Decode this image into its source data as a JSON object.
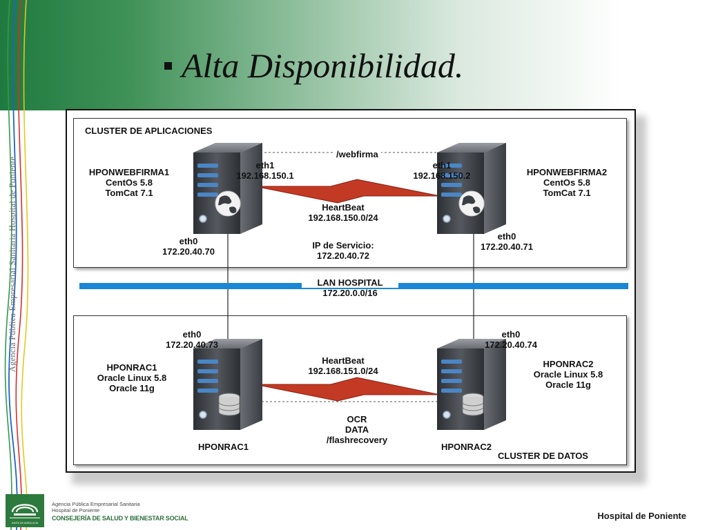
{
  "slide": {
    "title": "Alta Disponibilidad.",
    "vertical_text": "Agencia Pública Empresarial Sanitaria Hospital de Poniente"
  },
  "diagram": {
    "top_cluster_title": "CLUSTER DE APLICACIONES",
    "bottom_cluster_title": "CLUSTER DE DATOS",
    "webfirma": "/webfirma",
    "lan": {
      "name": "LAN HOSPITAL",
      "subnet": "172.20.0.0/16"
    },
    "web1": {
      "name": "HPONWEBFIRMA1",
      "os": "CentOs 5.8",
      "app": "TomCat 7.1",
      "eth1_label": "eth1",
      "eth1_ip": "192.168.150.1",
      "eth0_label": "eth0",
      "eth0_ip": "172.20.40.70"
    },
    "web2": {
      "name": "HPONWEBFIRMA2",
      "os": "CentOs 5.8",
      "app": "TomCat 7.1",
      "eth1_label": "eth1",
      "eth1_ip": "192.168.150.2",
      "eth0_label": "eth0",
      "eth0_ip": "172.20.40.71"
    },
    "heartbeat_top": {
      "label": "HeartBeat",
      "subnet": "192.168.150.0/24"
    },
    "service_ip": {
      "label": "IP de Servicio:",
      "ip": "172.20.40.72"
    },
    "rac1": {
      "name": "HPONRAC1",
      "os": "Oracle Linux 5.8",
      "db": "Oracle 11g",
      "eth0_label": "eth0",
      "eth0_ip": "172.20.40.73",
      "caption": "HPONRAC1"
    },
    "rac2": {
      "name": "HPONRAC2",
      "os": "Oracle Linux 5.8",
      "db": "Oracle 11g",
      "eth0_label": "eth0",
      "eth0_ip": "172.20.40.74",
      "caption": "HPONRAC2"
    },
    "heartbeat_bottom": {
      "label": "HeartBeat",
      "subnet": "192.168.151.0/24"
    },
    "shared_storage": {
      "line1": "OCR",
      "line2": "DATA",
      "line3": "/flashrecovery"
    }
  },
  "footer": {
    "logo_text": "JUNTA DE ANDALUCIA",
    "org_line1": "Agencia Pública Empresarial Sanitaria",
    "org_line2": "Hospital de Poniente",
    "consejeria": "CONSEJERÍA DE SALUD Y BIENESTAR SOCIAL",
    "hospital": "Hospital de Poniente"
  },
  "colors": {
    "brand_green": "#1f7a3f",
    "lan_bar": "#1a86d6",
    "server_dark": "#3a3d42",
    "server_stripe": "#4a86c6"
  }
}
